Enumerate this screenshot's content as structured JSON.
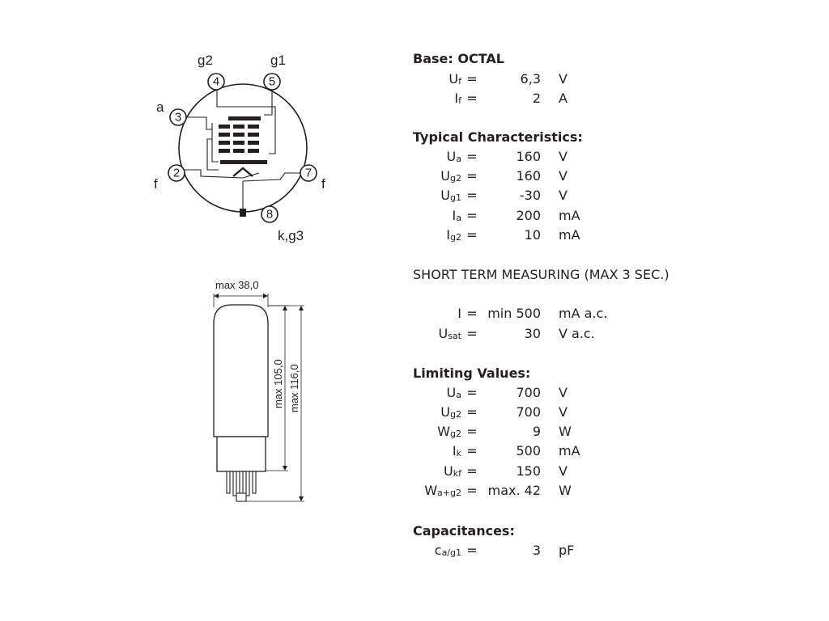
{
  "pinout": {
    "labels": {
      "g2": "g2",
      "g1": "g1",
      "a": "a",
      "f_left": "f",
      "f_right": "f",
      "k_g3": "k,g3"
    },
    "pins": {
      "p4": "4",
      "p5": "5",
      "p3": "3",
      "p2": "2",
      "p7": "7",
      "p8": "8"
    }
  },
  "dimensions": {
    "width": "max 38,0",
    "height_body": "max 105,0",
    "height_total": "max 116,0"
  },
  "specs": {
    "base": {
      "title": "Base: OCTAL",
      "rows": [
        {
          "sym": "U",
          "sub": "f",
          "eq": "=",
          "val": "6,3",
          "unit": "V"
        },
        {
          "sym": "I",
          "sub": "f",
          "eq": "=",
          "val": "2",
          "unit": "A"
        }
      ]
    },
    "typical": {
      "title": "Typical Characteristics:",
      "rows": [
        {
          "sym": "U",
          "sub": "a",
          "eq": "=",
          "val": "160",
          "unit": "V"
        },
        {
          "sym": "U",
          "sub": "g2",
          "eq": "=",
          "val": "160",
          "unit": "V"
        },
        {
          "sym": "U",
          "sub": "g1",
          "eq": "=",
          "val": "-30",
          "unit": "V"
        },
        {
          "sym": "I",
          "sub": "a",
          "eq": "=",
          "val": "200",
          "unit": "mA"
        },
        {
          "sym": "I",
          "sub": "g2",
          "eq": "=",
          "val": "10",
          "unit": "mA"
        }
      ]
    },
    "short_term": {
      "title": "SHORT TERM MEASURING (MAX 3 SEC.)",
      "rows": [
        {
          "sym": "I",
          "sub": "",
          "eq": "=",
          "val": "min 500",
          "unit": "mA a.c."
        },
        {
          "sym": "U",
          "sub": "sat",
          "eq": "=",
          "val": "30",
          "unit": "V a.c."
        }
      ]
    },
    "limiting": {
      "title": "Limiting Values:",
      "rows": [
        {
          "sym": "U",
          "sub": "a",
          "eq": "=",
          "val": "700",
          "unit": "V"
        },
        {
          "sym": "U",
          "sub": "g2",
          "eq": "=",
          "val": "700",
          "unit": "V"
        },
        {
          "sym": "W",
          "sub": "g2",
          "eq": "=",
          "val": "9",
          "unit": "W"
        },
        {
          "sym": "I",
          "sub": "k",
          "eq": "=",
          "val": "500",
          "unit": "mA"
        },
        {
          "sym": "U",
          "sub": "kf",
          "eq": "=",
          "val": "150",
          "unit": "V"
        },
        {
          "sym": "W",
          "sub": "a+g2",
          "eq": "=",
          "val": "max. 42",
          "unit": "W"
        }
      ]
    },
    "capacitances": {
      "title": "Capacitances:",
      "rows": [
        {
          "sym": "c",
          "sub": "a/g1",
          "eq": "=",
          "val": "3",
          "unit": "pF"
        }
      ]
    }
  }
}
